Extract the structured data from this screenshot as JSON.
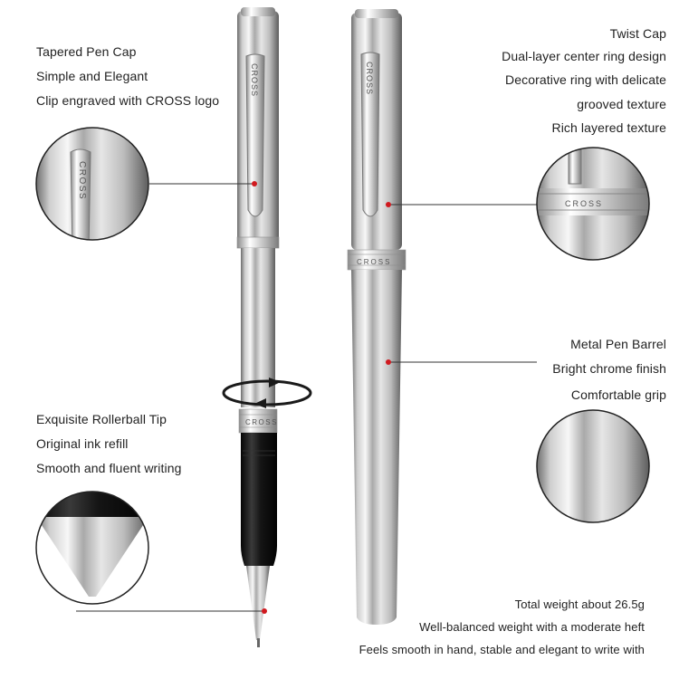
{
  "callouts": {
    "cap_left": [
      "Tapered Pen Cap",
      "Simple and Elegant",
      "Clip engraved with CROSS logo"
    ],
    "cap_right": [
      "Twist Cap",
      "Dual-layer center ring design",
      "Decorative ring with delicate",
      "grooved texture",
      "Rich layered texture"
    ],
    "barrel_right": [
      "Metal Pen Barrel",
      "Bright chrome finish",
      "Comfortable grip"
    ],
    "tip_left": [
      "Exquisite Rollerball Tip",
      "Original ink refill",
      "Smooth and fluent writing"
    ],
    "weight_bottom": [
      "Total weight about 26.5g",
      "Well-balanced weight with a moderate heft",
      "Feels smooth in hand, stable and elegant to write with"
    ]
  },
  "engraving": {
    "brand": "CROSS"
  },
  "colors": {
    "accent_dot": "#d0191f",
    "chrome_light": "#f4f4f4",
    "chrome_dark": "#6e6e6e",
    "grip": "#151515",
    "text": "#222222"
  }
}
